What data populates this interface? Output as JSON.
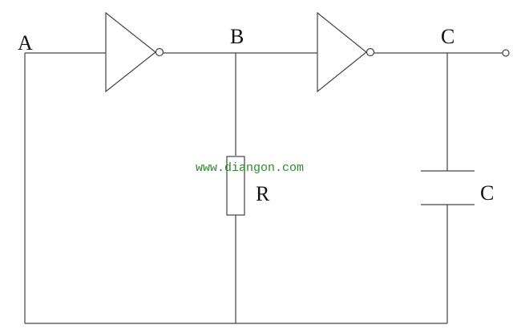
{
  "labels": {
    "a": "A",
    "b": "B",
    "c_node": "C",
    "r": "R",
    "c_cap": "C"
  },
  "watermark": "www.diangon.com",
  "colors": {
    "wire": "#444444",
    "watermark": "#2e8b2e"
  }
}
